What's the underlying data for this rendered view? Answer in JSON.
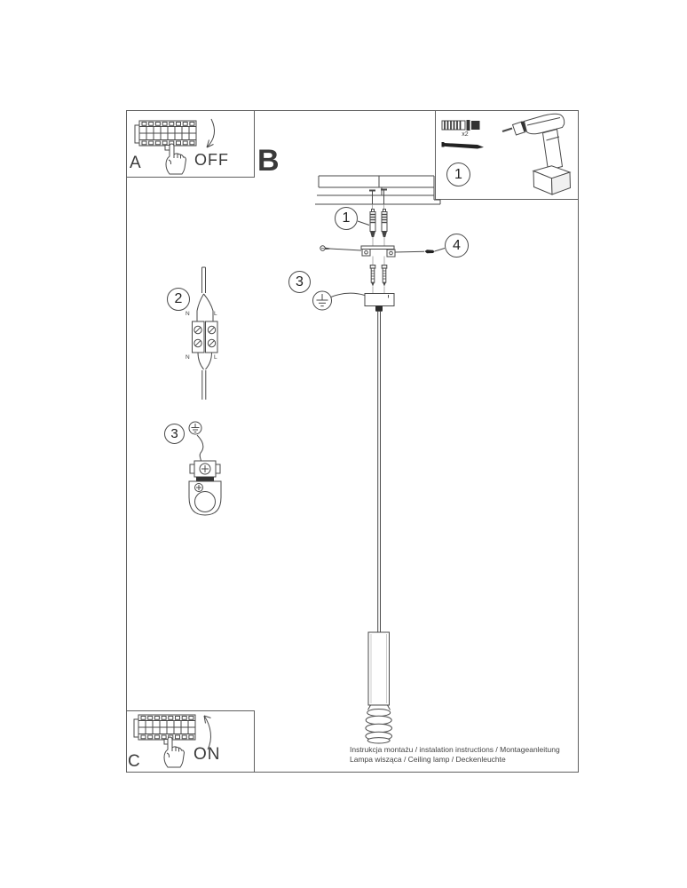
{
  "sections": {
    "a": {
      "label": "A",
      "switch_state": "OFF"
    },
    "b": {
      "label": "B"
    },
    "c": {
      "label": "C",
      "switch_state": "ON"
    }
  },
  "parts_box": {
    "callout": "1",
    "dowel_qty": "x2"
  },
  "steps": {
    "anchors": "1",
    "wire_connector": "2",
    "ground_canopy": "3",
    "ground_lamp": "3",
    "side_screws": "4"
  },
  "wiring": {
    "top_left": "N",
    "top_right": "L",
    "bottom_left": "N",
    "bottom_right": "L"
  },
  "footer": {
    "line1": "Instrukcja montażu / instalation instructions / Montageanleitung",
    "line2": "Lampa wisząca / Ceiling lamp / Deckenleuchte"
  }
}
